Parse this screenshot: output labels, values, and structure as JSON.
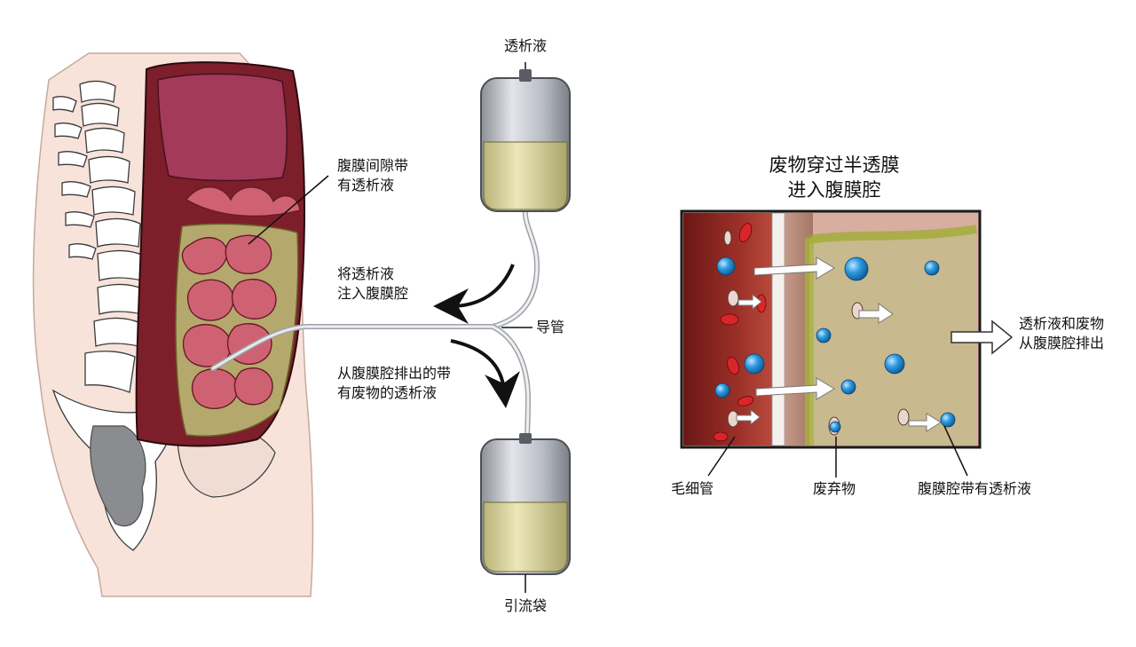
{
  "labels": {
    "dialysate_bag": "透析液",
    "peritoneal_space_line1": "腹膜间隙带",
    "peritoneal_space_line2": "有透析液",
    "inflow_line1": "将透析液",
    "inflow_line2": "注入腹膜腔",
    "catheter": "导管",
    "outflow_line1": "从腹膜腔排出的带",
    "outflow_line2": "有废物的透析液",
    "drain_bag": "引流袋"
  },
  "detail": {
    "title_line1": "废物穿过半透膜",
    "title_line2": "进入腹膜腔",
    "exit_line1": "透析液和废物",
    "exit_line2": "从腹膜腔排出",
    "capillary": "毛细管",
    "waste": "废弃物",
    "cavity_dialysate": "腹膜腔带有透析液"
  },
  "colors": {
    "blood_vessel": "#8e2a24",
    "dialysate": "#c9c489",
    "peritoneum_tissue": "#b07a6a",
    "waste_particle": "#2e9be0",
    "red_cell": "#d8262a",
    "intestine": "#c85a6a",
    "skin": "#f7e2da"
  }
}
